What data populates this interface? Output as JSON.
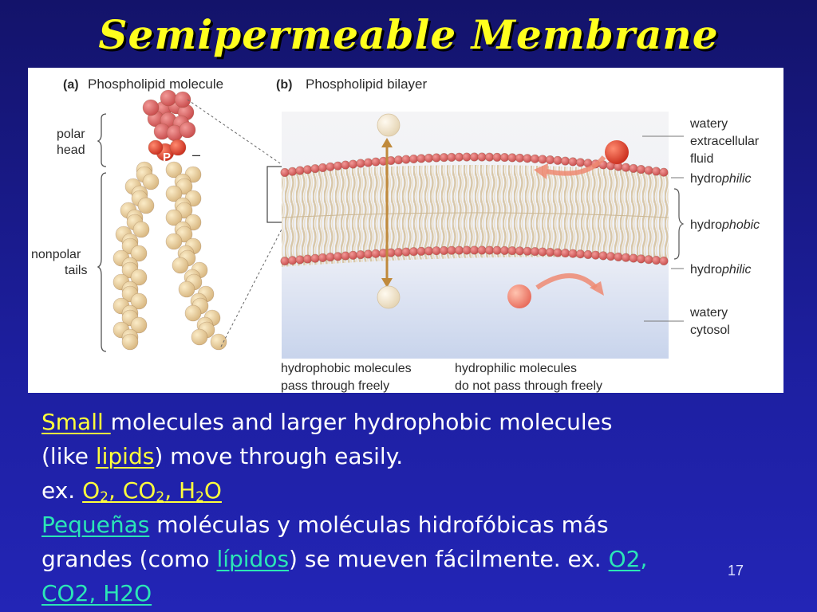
{
  "title": "Semipermeable Membrane",
  "figure": {
    "panel_a_letter": "(a)",
    "panel_a_title": "Phospholipid molecule",
    "panel_b_letter": "(b)",
    "panel_b_title": "Phospholipid bilayer",
    "polar_line1": "polar",
    "polar_line2": "head",
    "phosphate": "P",
    "charge": "–",
    "nonpolar_line1": "nonpolar",
    "nonpolar_line2": "tails",
    "right_labels": {
      "extracellular_1": "watery",
      "extracellular_2": "extracellular",
      "extracellular_3": "fluid",
      "hydrophilic_top_a": "hydro",
      "hydrophilic_top_b": "philic",
      "hydrophobic_a": "hydro",
      "hydrophobic_b": "phobic",
      "hydrophilic_bottom_a": "hydro",
      "hydrophilic_bottom_b": "philic",
      "cytosol_1": "watery",
      "cytosol_2": "cytosol"
    },
    "caption_left_1": "hydrophobic molecules",
    "caption_left_2": "pass through freely",
    "caption_right_1": "hydrophilic molecules",
    "caption_right_2": "do not pass through freely"
  },
  "text": {
    "small": "Small ",
    "line1_rest": "molecules and larger hydrophobic molecules",
    "line2_pre": "(like ",
    "lipids": "lipids",
    "line2_post": ") move through easily.",
    "ex": "ex. ",
    "o2": "O",
    "o2_sub": "2",
    "comma1": ", CO",
    "co2_sub": "2",
    "comma2": ", H",
    "h2o_sub": "2",
    "h2o_end": "O",
    "pequenas": "Pequeñas",
    "line4_rest": " moléculas y moléculas hidrofóbicas más",
    "line5_pre": "grandes (como ",
    "lipidos": "lípidos",
    "line5_mid": ") se mueven fácilmente. ex. ",
    "o2_es": "O2",
    "o2_es_comma": ",",
    "line6": "CO2, H2O"
  },
  "page_number": "17",
  "colors": {
    "title": "#ffff1e",
    "background": "#1d1fa0",
    "highlight_yellow": "#ffff3c",
    "highlight_green": "#2be6b6"
  }
}
